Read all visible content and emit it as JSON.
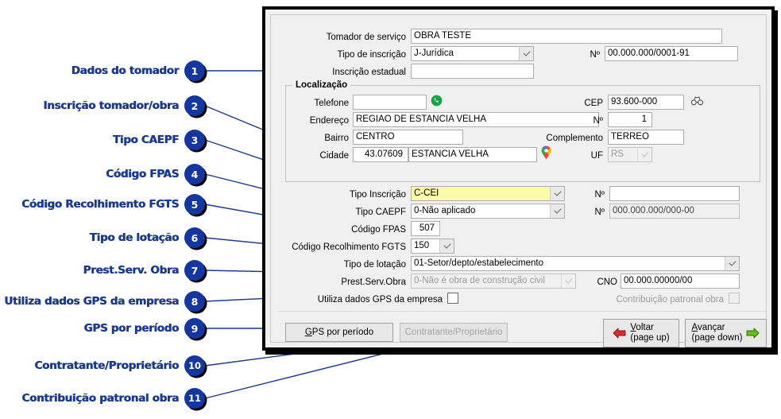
{
  "callouts": [
    {
      "n": "1",
      "label": "Dados do tomador"
    },
    {
      "n": "2",
      "label": "Inscrição tomador/obra"
    },
    {
      "n": "3",
      "label": "Tipo CAEPF"
    },
    {
      "n": "4",
      "label": "Código FPAS"
    },
    {
      "n": "5",
      "label": "Código Recolhimento FGTS"
    },
    {
      "n": "6",
      "label": "Tipo de lotação"
    },
    {
      "n": "7",
      "label": "Prest.Serv. Obra"
    },
    {
      "n": "8",
      "label": "Utiliza dados GPS da empresa"
    },
    {
      "n": "9",
      "label": "GPS por período"
    },
    {
      "n": "10",
      "label": "Contratante/Proprietário"
    },
    {
      "n": "11",
      "label": "Contribuição patronal obra"
    }
  ],
  "form": {
    "tomador_label": "Tomador de serviço",
    "tomador_value": "OBRA TESTE",
    "tipo_inscricao_label": "Tipo de inscrição",
    "tipo_inscricao_value": "J-Jurídica",
    "numero_label": "Nº",
    "numero_value": "00.000.000/0001-91",
    "inscricao_estadual_label": "Inscrição estadual",
    "inscricao_estadual_value": ""
  },
  "localizacao": {
    "title": "Localização",
    "telefone_label": "Telefone",
    "telefone_value": "",
    "endereco_label": "Endereço",
    "endereco_value": "REGIAO DE ESTANCIA VELHA",
    "bairro_label": "Bairro",
    "bairro_value": "CENTRO",
    "cidade_label": "Cidade",
    "cidade_code": "43.07609",
    "cidade_value": "ESTANCIA VELHA",
    "cep_label": "CEP",
    "cep_value": "93.600-000",
    "numero_label": "Nº",
    "numero_value": "1",
    "complemento_label": "Complemento",
    "complemento_value": "TERREO",
    "uf_label": "UF",
    "uf_value": "RS"
  },
  "details": {
    "tipo_inscricao_label": "Tipo Inscrição",
    "tipo_inscricao_value": "C-CEI",
    "tipo_inscricao_num_label": "Nº",
    "tipo_inscricao_num_value": "",
    "tipo_caepf_label": "Tipo CAEPF",
    "tipo_caepf_value": "0-Não aplicado",
    "tipo_caepf_num_label": "Nº",
    "tipo_caepf_num_value": "000.000.000/000-00",
    "codigo_fpas_label": "Código FPAS",
    "codigo_fpas_value": "507",
    "codigo_fgts_label": "Código Recolhimento FGTS",
    "codigo_fgts_value": "150",
    "tipo_lotacao_label": "Tipo de lotação",
    "tipo_lotacao_value": "01-Setor/depto/estabelecimento",
    "prest_serv_obra_label": "Prest.Serv.Obra",
    "prest_serv_obra_value": "0-Não é obra de construção civil",
    "cno_label": "CNO",
    "cno_value": "00.000.00000/00",
    "utiliza_gps_label": "Utiliza dados GPS da empresa",
    "contribuicao_label": "Contribuição patronal obra"
  },
  "buttons": {
    "gps_periodo_pre": "G",
    "gps_periodo_rest": "PS por período",
    "contratante": "Contratante/Proprietário",
    "voltar_pre": "V",
    "voltar_rest": "oltar",
    "voltar_sub": "(page up)",
    "avancar_pre": "A",
    "avancar_rest": "vançar",
    "avancar_sub": "(page down)"
  },
  "colors": {
    "callout_blue": "#14369e",
    "highlight_yellow": "#fbfba8",
    "whatsapp_green": "#17a34a",
    "pin_red": "#e8453c",
    "back_arrow_red": "#d92b2b",
    "next_arrow_green": "#63c216"
  }
}
